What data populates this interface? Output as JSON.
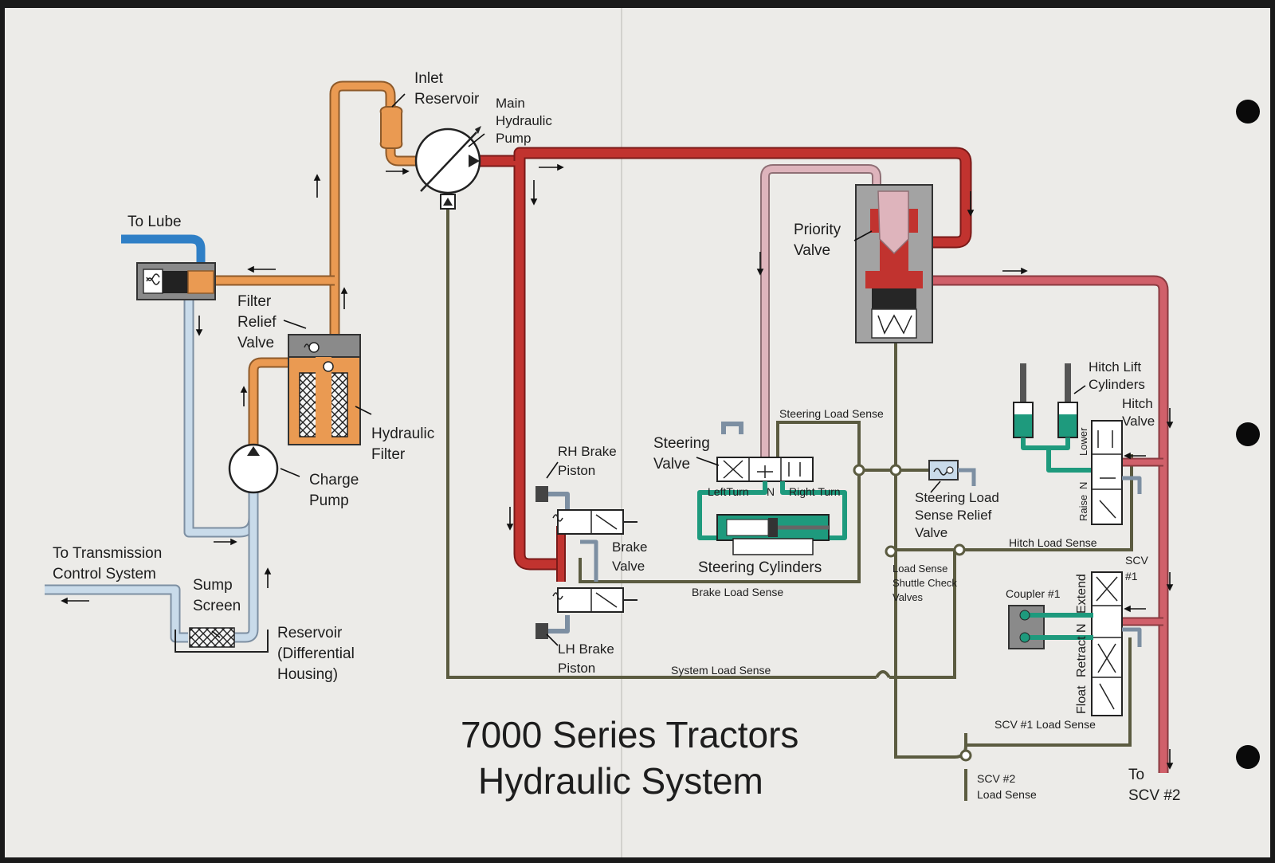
{
  "title": {
    "line1": "7000 Series Tractors",
    "line2": "Hydraulic System"
  },
  "labels": {
    "inlet_reservoir": [
      "Inlet",
      "Reservoir"
    ],
    "main_pump": [
      "Main",
      "Hydraulic",
      "Pump"
    ],
    "to_lube": "To Lube",
    "filter_relief_valve": [
      "Filter",
      "Relief",
      "Valve"
    ],
    "hydraulic_filter": [
      "Hydraulic",
      "Filter"
    ],
    "charge_pump": [
      "Charge",
      "Pump"
    ],
    "to_transmission": [
      "To Transmission",
      "Control System"
    ],
    "sump_screen": [
      "Sump",
      "Screen"
    ],
    "reservoir": [
      "Reservoir",
      "(Differential",
      "Housing)"
    ],
    "rh_brake_piston": [
      "RH Brake",
      "Piston"
    ],
    "lh_brake_piston": [
      "LH Brake",
      "Piston"
    ],
    "brake_valve": [
      "Brake",
      "Valve"
    ],
    "priority_valve": [
      "Priority",
      "Valve"
    ],
    "steering_valve": [
      "Steering",
      "Valve"
    ],
    "steering_load_sense": "Steering Load Sense",
    "left_turn": "LeftTurn",
    "neutral": "N",
    "right_turn": "Right Turn",
    "steering_cylinders": "Steering Cylinders",
    "steering_load_sense_relief": [
      "Steering Load",
      "Sense Relief",
      "Valve"
    ],
    "brake_load_sense": "Brake Load Sense",
    "hitch_load_sense": "Hitch Load Sense",
    "load_sense_shuttle": [
      "Load Sense",
      "Shuttle Check",
      "Valves"
    ],
    "system_load_sense": "System Load Sense",
    "hitch_lift_cylinders": [
      "Hitch Lift",
      "Cylinders"
    ],
    "hitch_valve": [
      "Hitch",
      "Valve"
    ],
    "lower": "Lower",
    "raise": "Raise",
    "scv1": [
      "SCV",
      "#1"
    ],
    "coupler1": "Coupler #1",
    "extend": "Extend",
    "retract": "Retract",
    "float": "Float",
    "scv1_load_sense": "SCV #1 Load Sense",
    "scv2_load_sense": [
      "SCV #2",
      "Load Sense"
    ],
    "to_scv2": [
      "To",
      "SCV #2"
    ]
  },
  "colors": {
    "paper": "#ecebe8",
    "orange": "#ea9a52",
    "red": "#c1332f",
    "pink": "#d0606a",
    "light_pink": "#deb4bc",
    "light_blue": "#bcd3e6",
    "blue": "#2f7fc6",
    "olive": "#5b5b40",
    "teal": "#1e9a7d",
    "gray": "#8a8a8a"
  }
}
